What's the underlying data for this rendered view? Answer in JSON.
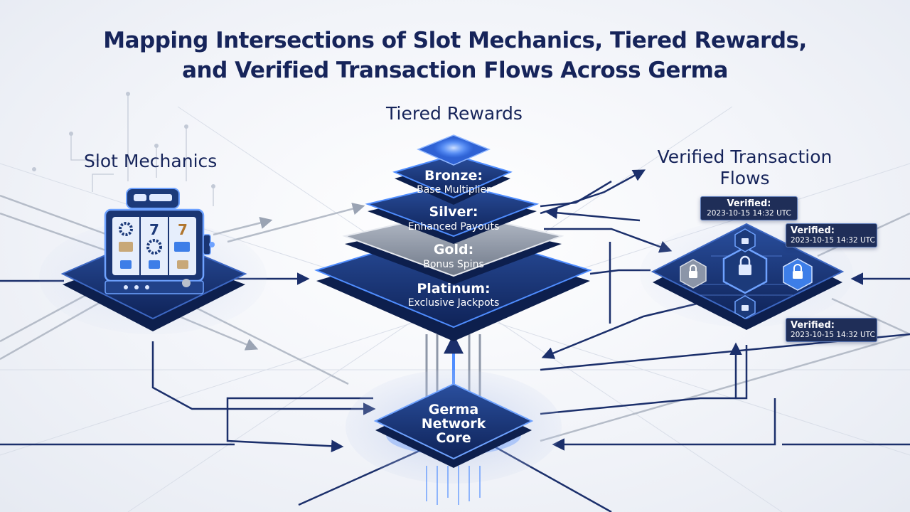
{
  "title": {
    "line1": "Mapping Intersections of Slot Mechanics, Tiered Rewards,",
    "line2": "and Verified Transaction Flows Across Germa"
  },
  "sections": {
    "slot_mechanics": "Slot Mechanics",
    "tiered_rewards": "Tiered Rewards",
    "verified_flows_line1": "Verified Transaction",
    "verified_flows_line2": "Flows"
  },
  "tiers": [
    {
      "name": "Bronze:",
      "desc": "Base Multiplier"
    },
    {
      "name": "Silver:",
      "desc": "Enhanced Payouts"
    },
    {
      "name": "Gold:",
      "desc": "Bonus Spins"
    },
    {
      "name": "Platinum:",
      "desc": "Exclusive Jackpots"
    }
  ],
  "core": {
    "line1": "Germa",
    "line2": "Network",
    "line3": "Core"
  },
  "verifications": [
    {
      "label": "Verified:",
      "timestamp": "2023-10-15 14:32 UTC"
    },
    {
      "label": "Verified:",
      "timestamp": "2023-10-15 14:32 UTC"
    },
    {
      "label": "Verified:",
      "timestamp": "2023-10-15 14:32 UTC"
    }
  ],
  "colors": {
    "navy": "#16245a",
    "platform": "#1c3a7a",
    "glow": "#4f8dff",
    "silver": "#8b95a8"
  }
}
